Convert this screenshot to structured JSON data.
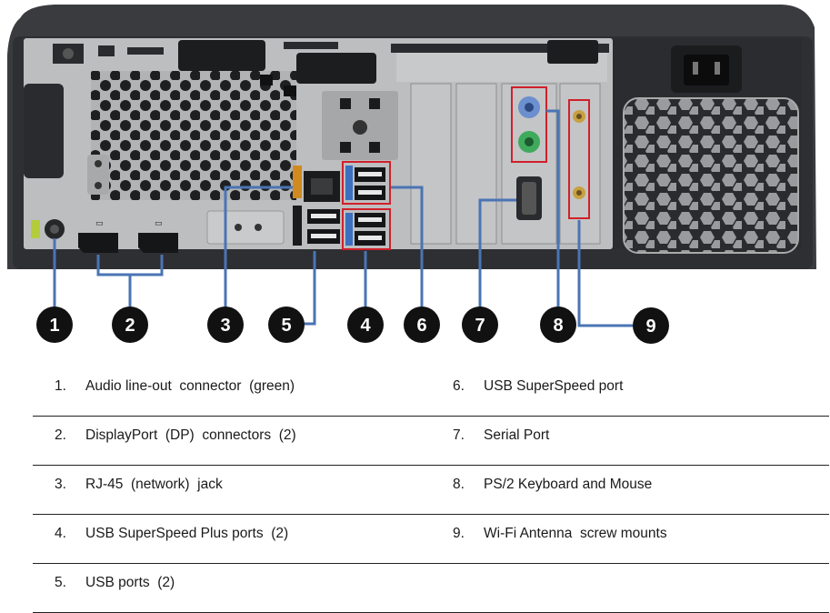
{
  "callouts": [
    "1",
    "2",
    "3",
    "4",
    "5",
    "6",
    "7",
    "8",
    "9"
  ],
  "legend": {
    "left": [
      {
        "num": "1.",
        "text": "Audio line-out  connector  (green)"
      },
      {
        "num": "2.",
        "text": "DisplayPort  (DP)  connectors  (2)"
      },
      {
        "num": "3.",
        "text": "RJ-45  (network)  jack"
      },
      {
        "num": "4.",
        "text": "USB SuperSpeed Plus ports  (2)"
      },
      {
        "num": "5.",
        "text": "USB ports  (2)"
      }
    ],
    "right": [
      {
        "num": "6.",
        "text": "USB SuperSpeed port"
      },
      {
        "num": "7.",
        "text": "Serial Port"
      },
      {
        "num": "8.",
        "text": "PS/2 Keyboard and Mouse"
      },
      {
        "num": "9.",
        "text": "Wi-Fi Antenna  screw mounts"
      }
    ]
  },
  "colors": {
    "chassis": "#3a3b3e",
    "panel": "#b9babc",
    "leader": "#4a74b4",
    "highlight": "#d0202a",
    "badge": "#111111"
  }
}
